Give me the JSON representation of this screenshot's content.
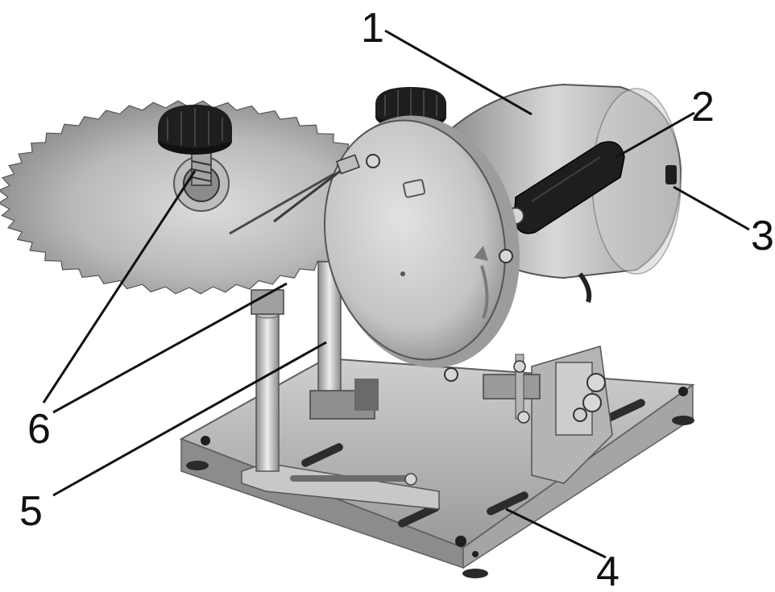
{
  "callouts": [
    {
      "id": "1",
      "label": "1"
    },
    {
      "id": "2",
      "label": "2"
    },
    {
      "id": "3",
      "label": "3"
    },
    {
      "id": "4",
      "label": "4"
    },
    {
      "id": "5",
      "label": "5"
    },
    {
      "id": "6",
      "label": "6"
    }
  ],
  "colors": {
    "ink": "#111111",
    "metal_light": "#d8d8d8",
    "metal_mid": "#a8a8a8",
    "metal_dark": "#5e5e5e",
    "rubber": "#1e1e1e"
  }
}
